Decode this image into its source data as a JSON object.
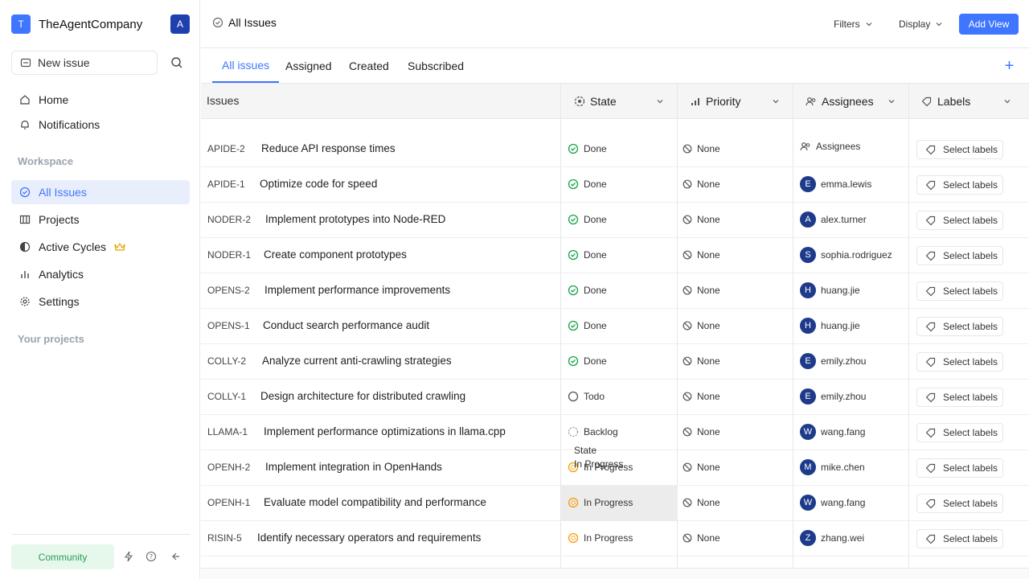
{
  "workspace": {
    "logo_letter": "T",
    "name": "TheAgentCompany",
    "avatar_letter": "A"
  },
  "sidebar": {
    "new_issue_label": "New issue",
    "nav": [
      {
        "label": "Home",
        "icon": "home-icon"
      },
      {
        "label": "Notifications",
        "icon": "bell-icon"
      }
    ],
    "workspace_title": "Workspace",
    "workspace_items": [
      {
        "label": "All Issues",
        "icon": "check-circle-icon",
        "active": true
      },
      {
        "label": "Projects",
        "icon": "projects-icon"
      },
      {
        "label": "Active Cycles",
        "icon": "cycle-icon"
      },
      {
        "label": "Analytics",
        "icon": "chart-icon"
      },
      {
        "label": "Settings",
        "icon": "gear-icon"
      }
    ],
    "projects_title": "Your projects",
    "community_label": "Community"
  },
  "header": {
    "breadcrumb": "All Issues",
    "filters_label": "Filters",
    "display_label": "Display",
    "add_view_label": "Add View"
  },
  "tabs": [
    "All issues",
    "Assigned",
    "Created",
    "Subscribed"
  ],
  "table": {
    "columns": {
      "issues": "Issues",
      "state": "State",
      "priority": "Priority",
      "assignees": "Assignees",
      "labels": "Labels"
    },
    "rows": [
      {
        "key": "APIDE-2",
        "title": "Reduce API response times",
        "state": "Done",
        "priority": "None",
        "assignee": "Assignees",
        "avatar": "",
        "labels": "Select labels"
      },
      {
        "key": "APIDE-1",
        "title": "Optimize code for speed",
        "state": "Done",
        "priority": "None",
        "assignee": "emma.lewis",
        "avatar": "E",
        "labels": "Select labels"
      },
      {
        "key": "NODER-2",
        "title": "Implement prototypes into Node-RED",
        "state": "Done",
        "priority": "None",
        "assignee": "alex.turner",
        "avatar": "A",
        "labels": "Select labels"
      },
      {
        "key": "NODER-1",
        "title": "Create component prototypes",
        "state": "Done",
        "priority": "None",
        "assignee": "sophia.rodriguez",
        "avatar": "S",
        "labels": "Select labels"
      },
      {
        "key": "OPENS-2",
        "title": "Implement performance improvements",
        "state": "Done",
        "priority": "None",
        "assignee": "huang.jie",
        "avatar": "H",
        "labels": "Select labels"
      },
      {
        "key": "OPENS-1",
        "title": "Conduct search performance audit",
        "state": "Done",
        "priority": "None",
        "assignee": "huang.jie",
        "avatar": "H",
        "labels": "Select labels"
      },
      {
        "key": "COLLY-2",
        "title": "Analyze current anti-crawling strategies",
        "state": "Done",
        "priority": "None",
        "assignee": "emily.zhou",
        "avatar": "E",
        "labels": "Select labels"
      },
      {
        "key": "COLLY-1",
        "title": "Design architecture for distributed crawling",
        "state": "Todo",
        "priority": "None",
        "assignee": "emily.zhou",
        "avatar": "E",
        "labels": "Select labels"
      },
      {
        "key": "LLAMA-1",
        "title": "Implement performance optimizations in llama.cpp",
        "state": "Backlog",
        "priority": "None",
        "assignee": "wang.fang",
        "avatar": "W",
        "labels": "Select labels"
      },
      {
        "key": "OPENH-2",
        "title": "Implement integration in OpenHands",
        "state": "In Progress",
        "priority": "None",
        "assignee": "mike.chen",
        "avatar": "M",
        "labels": "Select labels"
      },
      {
        "key": "OPENH-1",
        "title": "Evaluate model compatibility and performance",
        "state": "In Progress",
        "priority": "None",
        "assignee": "wang.fang",
        "avatar": "W",
        "labels": "Select labels"
      },
      {
        "key": "RISIN-5",
        "title": "Identify necessary operators and requirements",
        "state": "In Progress",
        "priority": "None",
        "assignee": "zhang.wei",
        "avatar": "Z",
        "labels": "Select labels"
      }
    ]
  },
  "tooltip": {
    "title": "State",
    "value": "In Progress"
  },
  "colors": {
    "accent": "#3f76ff",
    "done": "#16a34a",
    "in_progress": "#f59e0b",
    "avatar": "#1e3a8a"
  }
}
